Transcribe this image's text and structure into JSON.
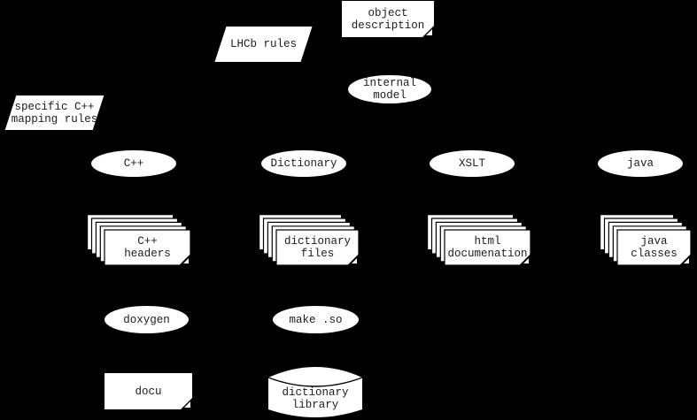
{
  "colors": {
    "background": "#000000",
    "node_fill": "#ffffff",
    "node_outline": "#000000",
    "text": "#1c1c1c"
  },
  "nodes": {
    "object_description": {
      "shape": "note",
      "line1": "object",
      "line2": "description"
    },
    "lhcb_rules": {
      "shape": "parallelogram",
      "label": "LHCb rules"
    },
    "internal_model": {
      "shape": "ellipse",
      "line1": "internal",
      "line2": "model"
    },
    "specific_mapping_rules": {
      "shape": "parallelogram",
      "line1": "specific C++",
      "line2": "mapping rules"
    },
    "cpp": {
      "shape": "ellipse",
      "label": "C++"
    },
    "dictionary": {
      "shape": "ellipse",
      "label": "Dictionary"
    },
    "xslt": {
      "shape": "ellipse",
      "label": "XSLT"
    },
    "java": {
      "shape": "ellipse",
      "label": "java"
    },
    "cpp_headers": {
      "shape": "stacked-notes",
      "line1": "C++",
      "line2": "headers"
    },
    "dictionary_files": {
      "shape": "stacked-notes",
      "line1": "dictionary",
      "line2": "files"
    },
    "html_documentation": {
      "shape": "stacked-notes",
      "line1": "html",
      "line2": "documenation"
    },
    "java_classes": {
      "shape": "stacked-notes",
      "line1": "java",
      "line2": "classes"
    },
    "doxygen": {
      "shape": "ellipse",
      "label": "doxygen"
    },
    "make_so": {
      "shape": "ellipse",
      "label": "make .so"
    },
    "docu": {
      "shape": "note",
      "label": "docu"
    },
    "dictionary_library": {
      "shape": "cylinder",
      "line1": "dictionary",
      "line2": "library"
    }
  }
}
